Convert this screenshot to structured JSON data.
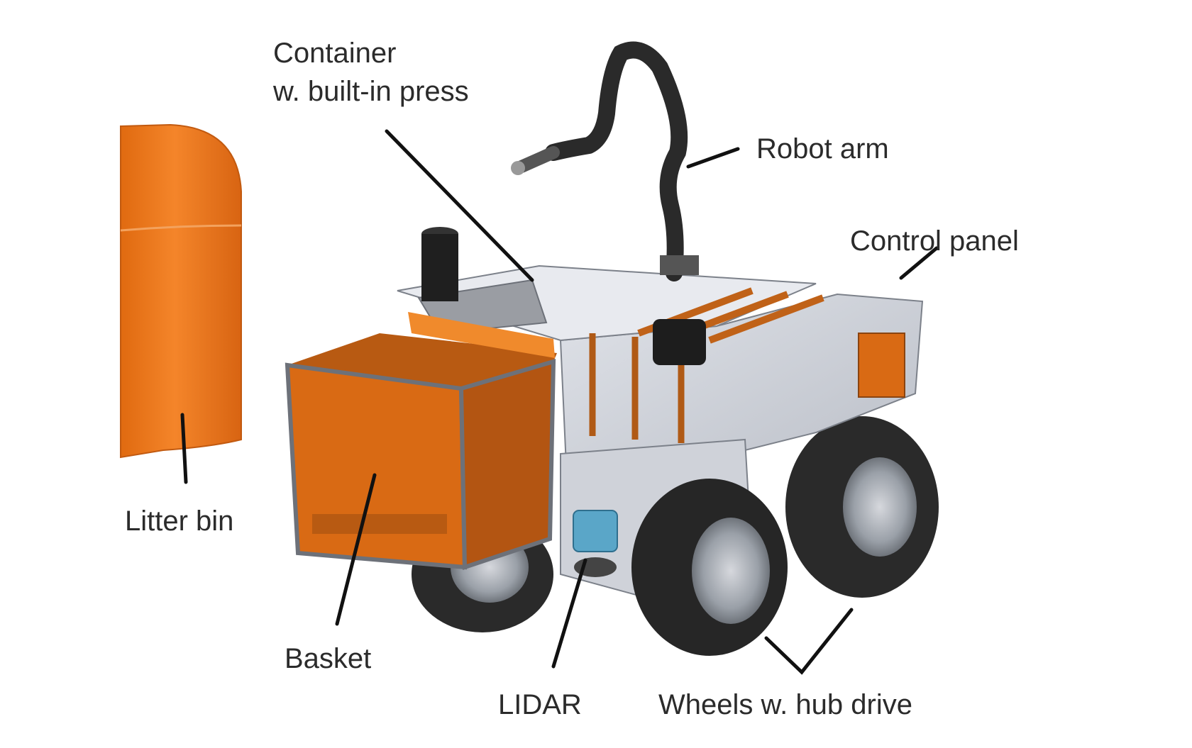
{
  "labels": {
    "container_line1": "Container",
    "container_line2": "w. built-in press",
    "robot_arm": "Robot arm",
    "control_panel": "Control panel",
    "litter_bin": "Litter bin",
    "basket": "Basket",
    "lidar": "LIDAR",
    "wheels": "Wheels w. hub drive"
  },
  "colors": {
    "orange": "#d96a14",
    "orange_dark": "#b85a12",
    "orange_light": "#f08a2c",
    "steel": "#c9ccd4",
    "steel_dark": "#8e939c",
    "tire": "#2a2a2a",
    "lidar": "#5aa6c8",
    "leader": "#111111"
  }
}
